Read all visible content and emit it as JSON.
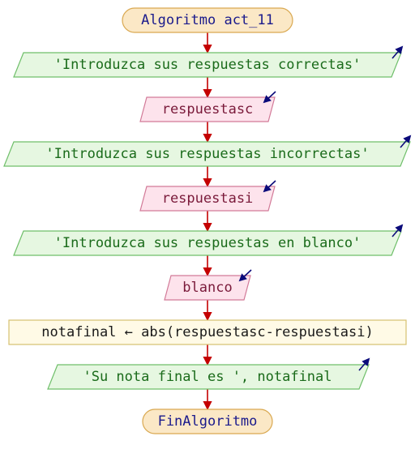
{
  "diagram": {
    "start": {
      "label": "Algoritmo act_11"
    },
    "steps": [
      {
        "kind": "output",
        "label": "'Introduzca sus respuestas correctas'"
      },
      {
        "kind": "input",
        "label": "respuestasc"
      },
      {
        "kind": "output",
        "label": "'Introduzca sus respuestas incorrectas'"
      },
      {
        "kind": "input",
        "label": "respuestasi"
      },
      {
        "kind": "output",
        "label": "'Introduzca sus respuestas en blanco'"
      },
      {
        "kind": "input",
        "label": "blanco"
      },
      {
        "kind": "process",
        "label": "notafinal ← abs(respuestasc-respuestasi)"
      },
      {
        "kind": "output",
        "label": "'Su nota final es ', notafinal"
      }
    ],
    "end": {
      "label": "FinAlgoritmo"
    }
  },
  "colors": {
    "terminal_fill": "#fbe8c6",
    "terminal_stroke": "#d9a850",
    "output_fill": "#e6f7e1",
    "output_stroke": "#6fbf6a",
    "input_fill": "#fde3ec",
    "input_stroke": "#d27a98",
    "process_fill": "#fffae6",
    "process_stroke": "#d6c070",
    "connector": "#c40000",
    "io_arrow": "#0b0b7a"
  },
  "icons": {
    "output": "io-arrow-up-right-icon",
    "input": "io-arrow-down-left-icon"
  }
}
